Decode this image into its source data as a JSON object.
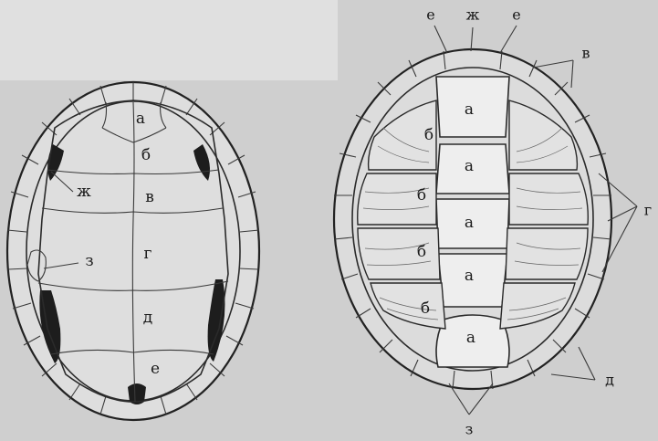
{
  "plastron": {
    "labels": [
      "а",
      "б",
      "в",
      "г",
      "д",
      "е",
      "ж",
      "з"
    ]
  },
  "carapace": {
    "labels_inner": [
      "а",
      "а",
      "а",
      "а",
      "а",
      "б",
      "б",
      "б",
      "б"
    ],
    "labels_outer": {
      "e_left": "е",
      "zh": "ж",
      "e_right": "е",
      "v": "в",
      "g": "г",
      "d": "д",
      "z": "з"
    }
  }
}
